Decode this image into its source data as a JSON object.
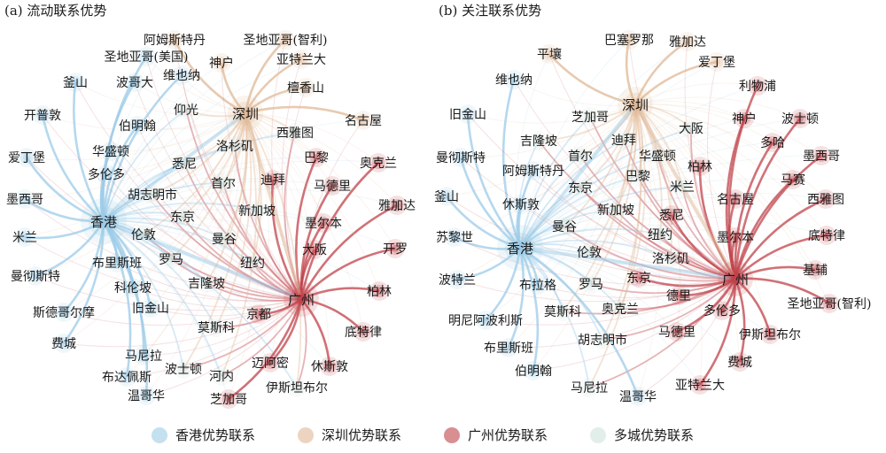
{
  "colors": {
    "hongkong": "#9ccbe8",
    "shenzhen": "#e0b896",
    "guangzhou": "#c0424a",
    "multi": "#cfe3dc"
  },
  "panels": [
    {
      "title": "(a) 流动联系优势",
      "hubs": [
        {
          "key": "hongkong",
          "label": "香港"
        },
        {
          "key": "shenzhen",
          "label": "深圳"
        },
        {
          "key": "guangzhou",
          "label": "广州"
        }
      ],
      "nodes": [
        {
          "label": "阿姆斯特丹",
          "group": "shenzhen"
        },
        {
          "label": "圣地亚哥(智利)",
          "group": "shenzhen"
        },
        {
          "label": "圣地亚哥(美国)",
          "group": "hongkong"
        },
        {
          "label": "神户",
          "group": "shenzhen"
        },
        {
          "label": "亚特兰大",
          "group": "shenzhen"
        },
        {
          "label": "釜山",
          "group": "hongkong"
        },
        {
          "label": "波哥大",
          "group": "hongkong"
        },
        {
          "label": "维也纳",
          "group": "hongkong"
        },
        {
          "label": "檀香山",
          "group": "shenzhen"
        },
        {
          "label": "开普敦",
          "group": "hongkong"
        },
        {
          "label": "伯明翰",
          "group": "hongkong"
        },
        {
          "label": "仰光",
          "group": "multi"
        },
        {
          "label": "名古屋",
          "group": "shenzhen"
        },
        {
          "label": "西雅图",
          "group": "multi"
        },
        {
          "label": "华盛顿",
          "group": "hongkong"
        },
        {
          "label": "洛杉矶",
          "group": "multi"
        },
        {
          "label": "爱丁堡",
          "group": "hongkong"
        },
        {
          "label": "巴黎",
          "group": "guangzhou"
        },
        {
          "label": "奥克兰",
          "group": "guangzhou"
        },
        {
          "label": "多伦多",
          "group": "hongkong"
        },
        {
          "label": "悉尼",
          "group": "multi"
        },
        {
          "label": "首尔",
          "group": "multi"
        },
        {
          "label": "迪拜",
          "group": "guangzhou"
        },
        {
          "label": "马德里",
          "group": "guangzhou"
        },
        {
          "label": "墨西哥",
          "group": "hongkong"
        },
        {
          "label": "胡志明市",
          "group": "multi"
        },
        {
          "label": "雅加达",
          "group": "guangzhou"
        },
        {
          "label": "东京",
          "group": "multi"
        },
        {
          "label": "新加坡",
          "group": "multi"
        },
        {
          "label": "墨尔本",
          "group": "guangzhou"
        },
        {
          "label": "米兰",
          "group": "hongkong"
        },
        {
          "label": "伦敦",
          "group": "multi"
        },
        {
          "label": "曼谷",
          "group": "multi"
        },
        {
          "label": "大阪",
          "group": "guangzhou"
        },
        {
          "label": "开罗",
          "group": "guangzhou"
        },
        {
          "label": "曼彻斯特",
          "group": "hongkong"
        },
        {
          "label": "布里斯班",
          "group": "hongkong"
        },
        {
          "label": "罗马",
          "group": "multi"
        },
        {
          "label": "纽约",
          "group": "multi"
        },
        {
          "label": "科伦坡",
          "group": "hongkong"
        },
        {
          "label": "吉隆坡",
          "group": "multi"
        },
        {
          "label": "柏林",
          "group": "guangzhou"
        },
        {
          "label": "斯德哥尔摩",
          "group": "hongkong"
        },
        {
          "label": "旧金山",
          "group": "hongkong"
        },
        {
          "label": "京都",
          "group": "guangzhou"
        },
        {
          "label": "莫斯科",
          "group": "multi"
        },
        {
          "label": "底特律",
          "group": "guangzhou"
        },
        {
          "label": "费城",
          "group": "hongkong"
        },
        {
          "label": "马尼拉",
          "group": "hongkong"
        },
        {
          "label": "迈阿密",
          "group": "guangzhou"
        },
        {
          "label": "休斯敦",
          "group": "guangzhou"
        },
        {
          "label": "波士顿",
          "group": "multi"
        },
        {
          "label": "布达佩斯",
          "group": "hongkong"
        },
        {
          "label": "河内",
          "group": "multi"
        },
        {
          "label": "伊斯坦布尔",
          "group": "multi"
        },
        {
          "label": "温哥华",
          "group": "hongkong"
        },
        {
          "label": "芝加哥",
          "group": "guangzhou"
        }
      ]
    },
    {
      "title": "(b) 关注联系优势",
      "hubs": [
        {
          "key": "hongkong",
          "label": "香港"
        },
        {
          "key": "shenzhen",
          "label": "深圳"
        },
        {
          "key": "guangzhou",
          "label": "广州"
        }
      ],
      "nodes": [
        {
          "label": "巴塞罗那",
          "group": "shenzhen"
        },
        {
          "label": "雅加达",
          "group": "shenzhen"
        },
        {
          "label": "平壤",
          "group": "shenzhen"
        },
        {
          "label": "爱丁堡",
          "group": "shenzhen"
        },
        {
          "label": "维也纳",
          "group": "hongkong"
        },
        {
          "label": "利物浦",
          "group": "guangzhou"
        },
        {
          "label": "旧金山",
          "group": "hongkong"
        },
        {
          "label": "芝加哥",
          "group": "multi"
        },
        {
          "label": "大阪",
          "group": "multi"
        },
        {
          "label": "神户",
          "group": "guangzhou"
        },
        {
          "label": "波士顿",
          "group": "guangzhou"
        },
        {
          "label": "吉隆坡",
          "group": "multi"
        },
        {
          "label": "迪拜",
          "group": "multi"
        },
        {
          "label": "多哈",
          "group": "guangzhou"
        },
        {
          "label": "曼彻斯特",
          "group": "hongkong"
        },
        {
          "label": "首尔",
          "group": "multi"
        },
        {
          "label": "华盛顿",
          "group": "multi"
        },
        {
          "label": "柏林",
          "group": "guangzhou"
        },
        {
          "label": "墨西哥",
          "group": "guangzhou"
        },
        {
          "label": "阿姆斯特丹",
          "group": "hongkong"
        },
        {
          "label": "巴黎",
          "group": "multi"
        },
        {
          "label": "马赛",
          "group": "guangzhou"
        },
        {
          "label": "釜山",
          "group": "hongkong"
        },
        {
          "label": "东京",
          "group": "multi"
        },
        {
          "label": "米兰",
          "group": "multi"
        },
        {
          "label": "名古屋",
          "group": "guangzhou"
        },
        {
          "label": "西雅图",
          "group": "guangzhou"
        },
        {
          "label": "休斯敦",
          "group": "hongkong"
        },
        {
          "label": "新加坡",
          "group": "multi"
        },
        {
          "label": "悉尼",
          "group": "guangzhou"
        },
        {
          "label": "苏黎世",
          "group": "hongkong"
        },
        {
          "label": "曼谷",
          "group": "multi"
        },
        {
          "label": "纽约",
          "group": "multi"
        },
        {
          "label": "墨尔本",
          "group": "guangzhou"
        },
        {
          "label": "底特律",
          "group": "guangzhou"
        },
        {
          "label": "伦敦",
          "group": "multi"
        },
        {
          "label": "洛杉矶",
          "group": "multi"
        },
        {
          "label": "基辅",
          "group": "guangzhou"
        },
        {
          "label": "波特兰",
          "group": "hongkong"
        },
        {
          "label": "布拉格",
          "group": "hongkong"
        },
        {
          "label": "罗马",
          "group": "multi"
        },
        {
          "label": "东京",
          "group": "guangzhou"
        },
        {
          "label": "圣地亚哥(智利)",
          "group": "guangzhou"
        },
        {
          "label": "德里",
          "group": "guangzhou"
        },
        {
          "label": "明尼阿波利斯",
          "group": "hongkong"
        },
        {
          "label": "莫斯科",
          "group": "multi"
        },
        {
          "label": "奥克兰",
          "group": "multi"
        },
        {
          "label": "多伦多",
          "group": "guangzhou"
        },
        {
          "label": "马德里",
          "group": "guangzhou"
        },
        {
          "label": "伊斯坦布尔",
          "group": "guangzhou"
        },
        {
          "label": "布里斯班",
          "group": "hongkong"
        },
        {
          "label": "胡志明市",
          "group": "multi"
        },
        {
          "label": "费城",
          "group": "guangzhou"
        },
        {
          "label": "伯明翰",
          "group": "hongkong"
        },
        {
          "label": "马尼拉",
          "group": "multi"
        },
        {
          "label": "温哥华",
          "group": "hongkong"
        },
        {
          "label": "亚特兰大",
          "group": "guangzhou"
        }
      ]
    }
  ],
  "legend": [
    {
      "key": "hongkong",
      "label": "香港优势联系"
    },
    {
      "key": "shenzhen",
      "label": "深圳优势联系"
    },
    {
      "key": "guangzhou",
      "label": "广州优势联系"
    },
    {
      "key": "multi",
      "label": "多城优势联系"
    }
  ]
}
